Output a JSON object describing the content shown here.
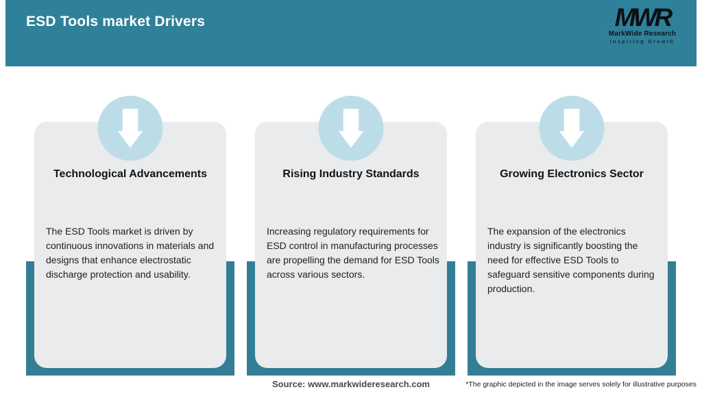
{
  "header": {
    "title": "ESD Tools market Drivers",
    "logo": {
      "monogram": "MWR",
      "name": "MarkWide Research",
      "tagline": "Inspiring Growth"
    }
  },
  "cards": [
    {
      "icon": "arrow-down-icon",
      "title": "Technological Advancements",
      "body": "The ESD Tools market is driven by continuous innovations in materials and designs that enhance electrostatic discharge protection and usability."
    },
    {
      "icon": "arrow-down-icon",
      "title": "Rising Industry Standards",
      "body": "Increasing regulatory requirements for ESD control in manufacturing processes are propelling the demand for ESD Tools across various sectors."
    },
    {
      "icon": "arrow-down-icon",
      "title": "Growing Electronics Sector",
      "body": "The expansion of the electronics industry is significantly boosting the need for effective ESD Tools to safeguard sensitive components during production."
    }
  ],
  "footer": {
    "source": "Source: www.markwideresearch.com",
    "disclaimer": "*The graphic depicted in the image serves solely for illustrative purposes"
  },
  "colors": {
    "teal": "#2F8099",
    "accent": "#347E95",
    "card_bg": "#E9EBEC",
    "circle": "#BCDDE8",
    "arrow": "#FFFFFF"
  }
}
